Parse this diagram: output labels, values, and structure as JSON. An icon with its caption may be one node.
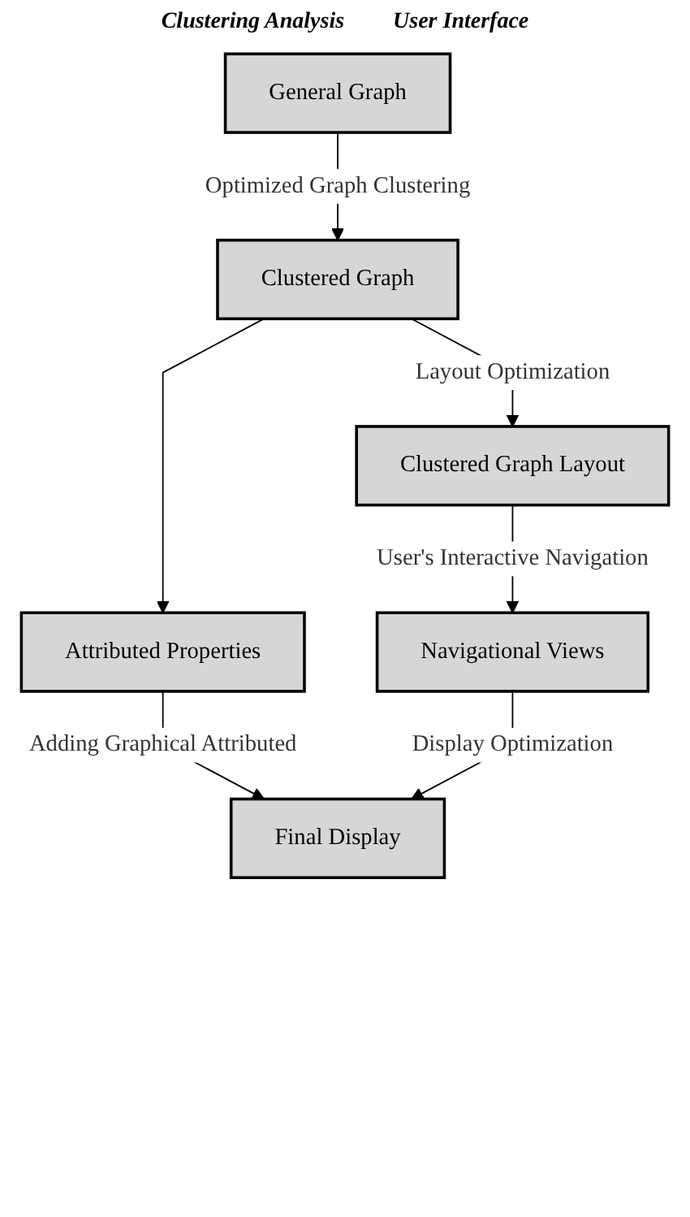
{
  "diagram": {
    "nodes": [
      {
        "text": [
          "General Graph"
        ]
      },
      {
        "text": [
          "Attributed Properties"
        ]
      },
      {
        "text": [
          "Clustered Graph"
        ]
      },
      {
        "text": [
          "Clustered Graph Layout"
        ]
      },
      {
        "text": [
          "Navigational Views"
        ]
      },
      {
        "text": [
          "Final Display"
        ]
      }
    ],
    "edges": [
      {
        "from": 0,
        "to": 2,
        "arrow": "to",
        "label": "Optimized Graph Clustering"
      },
      {
        "from": 2,
        "to": 1,
        "arrow": "to"
      },
      {
        "from": 2,
        "to": 3,
        "arrow": "to",
        "label": "Layout Optimization"
      },
      {
        "from": 3,
        "to": 4,
        "arrow": "to",
        "label": "User's Interactive Navigation"
      },
      {
        "from": 1,
        "to": 5,
        "arrow": "to",
        "label": "Adding Graphical Attributed"
      },
      {
        "from": 4,
        "to": 5,
        "arrow": "to",
        "label": "Display Optimization"
      }
    ],
    "labels": [
      "Clustering Analysis",
      "User Interface"
    ]
  }
}
